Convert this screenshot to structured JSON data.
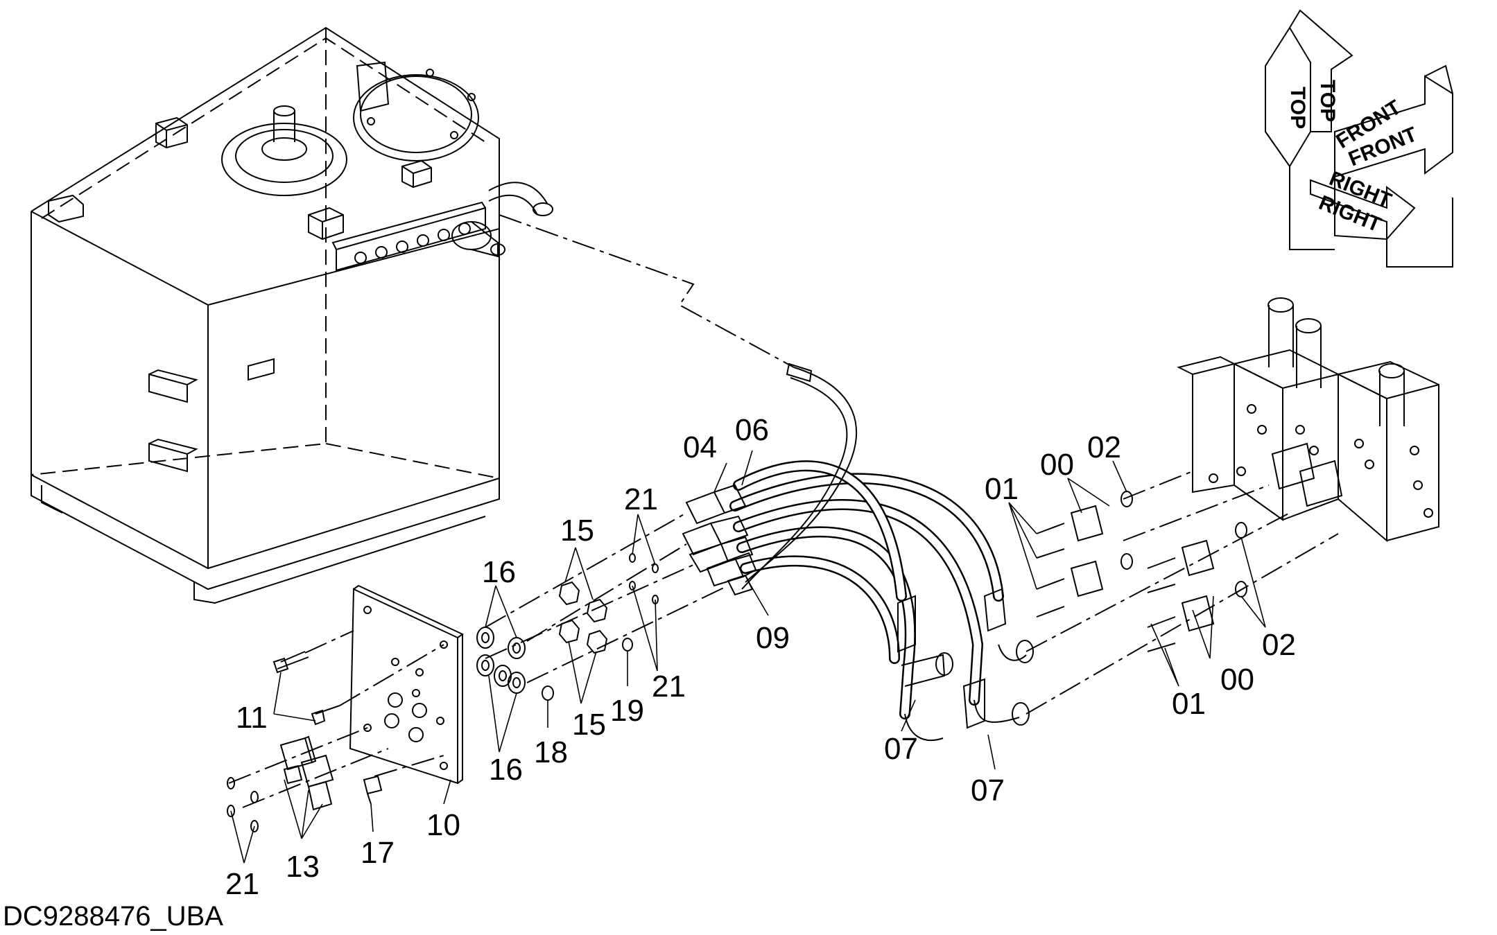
{
  "drawing_id": "DC9288476_UBA",
  "orientation_labels": {
    "top_1": "TOP",
    "top_2": "TOP",
    "front_1": "FRONT",
    "front_2": "FRONT",
    "right_1": "RIGHT",
    "right_2": "RIGHT"
  },
  "callouts": {
    "c00_upper": "00",
    "c00_lower": "00",
    "c01_upper": "01",
    "c01_lower": "01",
    "c02_upper": "02",
    "c02_lower": "02",
    "c04": "04",
    "c06": "06",
    "c07_left": "07",
    "c07_right": "07",
    "c09": "09",
    "c10": "10",
    "c11": "11",
    "c13": "13",
    "c15_upper": "15",
    "c15_lower": "15",
    "c16_upper": "16",
    "c16_lower": "16",
    "c17": "17",
    "c18": "18",
    "c19": "19",
    "c21_upper": "21",
    "c21_mid": "21",
    "c21_lower": "21"
  }
}
